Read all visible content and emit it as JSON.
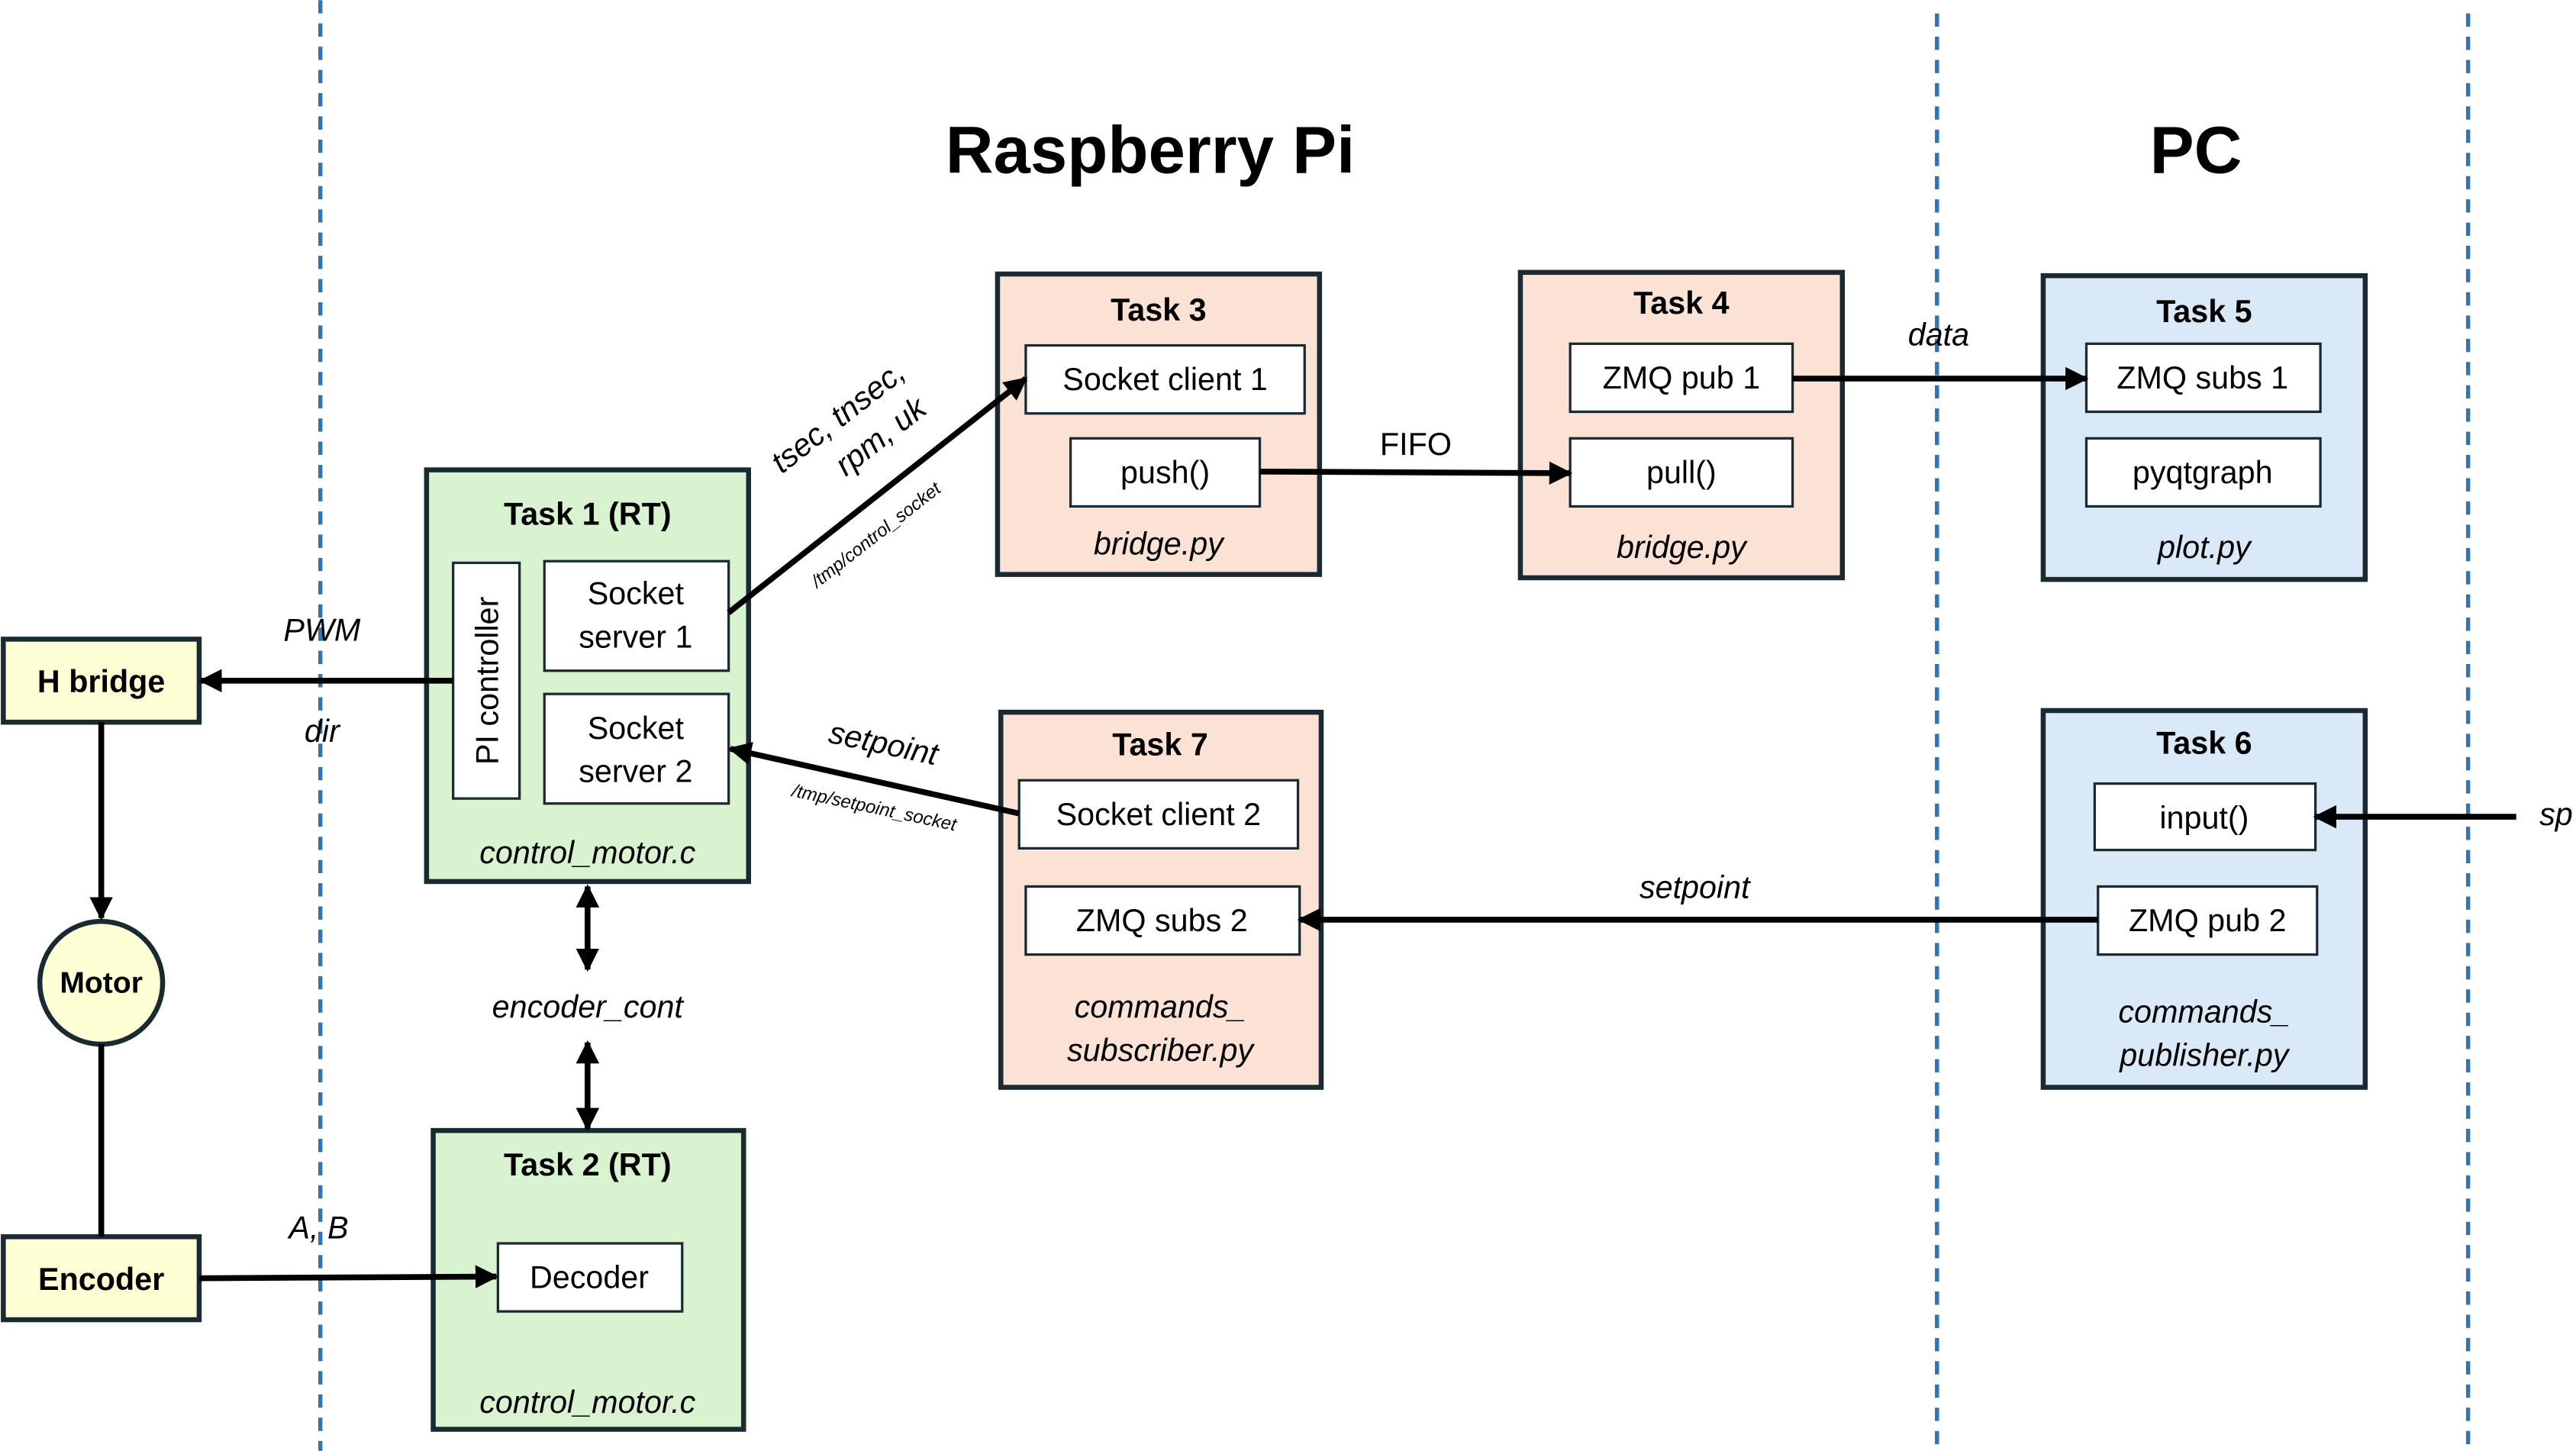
{
  "regions": {
    "raspberry": "Raspberry Pi",
    "pc": "PC"
  },
  "external": {
    "hbridge": "H bridge",
    "motor": "Motor",
    "encoder": "Encoder"
  },
  "tasks": {
    "t1": {
      "title": "Task 1 (RT)",
      "pi": "PI controller",
      "s1a": "Socket",
      "s1b": "server 1",
      "s2a": "Socket",
      "s2b": "server 2",
      "file": "control_motor.c"
    },
    "t2": {
      "title": "Task 2 (RT)",
      "decoder": "Decoder",
      "file": "control_motor.c"
    },
    "t3": {
      "title": "Task 3",
      "client": "Socket client 1",
      "push": "push()",
      "file": "bridge.py"
    },
    "t4": {
      "title": "Task 4",
      "pub": "ZMQ pub 1",
      "pull": "pull()",
      "file": "bridge.py"
    },
    "t5": {
      "title": "Task 5",
      "subs": "ZMQ subs 1",
      "graph": "pyqtgraph",
      "file": "plot.py"
    },
    "t6": {
      "title": "Task 6",
      "input": "input()",
      "pub": "ZMQ pub 2",
      "file1": "commands_",
      "file2": "publisher.py"
    },
    "t7": {
      "title": "Task 7",
      "client": "Socket client 2",
      "subs": "ZMQ subs 2",
      "file1": "commands_",
      "file2": "subscriber.py"
    }
  },
  "labels": {
    "pwm": "PWM",
    "dir": "dir",
    "ab": "A, B",
    "encoder_cont": "encoder_cont",
    "vars1": "tsec, tnsec,",
    "vars2": "rpm, uk",
    "control_socket": "/tmp/control_socket",
    "setpoint_a": "setpoint",
    "setpoint_socket": "/tmp/setpoint_socket",
    "fifo": "FIFO",
    "data": "data",
    "setpoint_b": "setpoint",
    "sp": "sp"
  },
  "colors": {
    "external_fill": "#FFFFD5",
    "rt_task_fill": "#D9F2D0",
    "pi_task_fill": "#FBE2D5",
    "pc_task_fill": "#DAE9F8",
    "border": "#1a2a33",
    "divider": "#2E75B6"
  }
}
